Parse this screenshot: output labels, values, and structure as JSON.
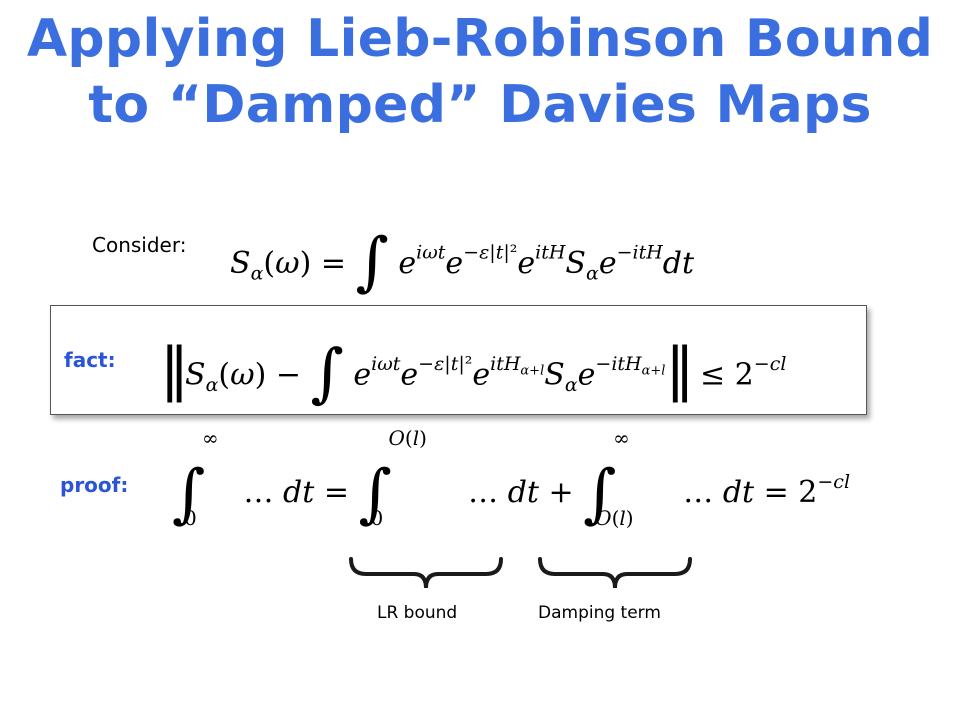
{
  "slide": {
    "title_line1": "Applying Lieb-Robinson Bound",
    "title_line2": "to “Damped” Davies Maps",
    "consider_label": "Consider:",
    "fact_label": "fact:",
    "proof_label": "proof:",
    "brace_left_label": "LR bound",
    "brace_right_label": "Damping term",
    "accent_color": "#3b6fe0"
  }
}
